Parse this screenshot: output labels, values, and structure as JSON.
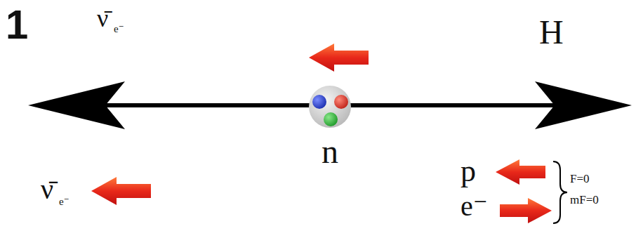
{
  "diagram": {
    "labels": [
      "1",
      "ν̄",
      "e⁻",
      "H",
      "n",
      "ν̄",
      "e⁻",
      "p",
      "e⁻",
      "F=0",
      "mF=0"
    ]
  }
}
